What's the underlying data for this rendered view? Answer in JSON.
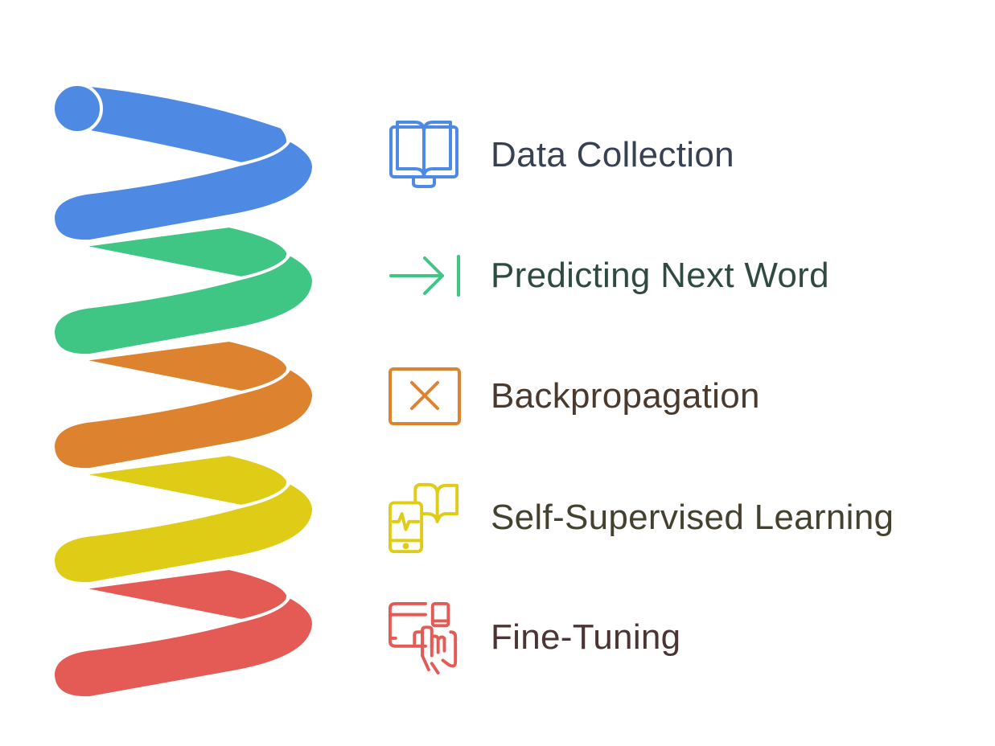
{
  "steps": [
    {
      "label": "Data Collection",
      "icon": "open-book-icon",
      "color": "#4e89e4",
      "text_color": "#374152"
    },
    {
      "label": "Predicting Next Word",
      "icon": "arrow-right-to-line-icon",
      "color": "#3fc685",
      "text_color": "#2f4a40"
    },
    {
      "label": "Backpropagation",
      "icon": "x-box-icon",
      "color": "#dd8330",
      "text_color": "#4a3a2e"
    },
    {
      "label": "Self-Supervised Learning",
      "icon": "phone-book-icon",
      "color": "#dfcc17",
      "text_color": "#44422e"
    },
    {
      "label": "Fine-Tuning",
      "icon": "devices-touch-icon",
      "color": "#e45a54",
      "text_color": "#4a3434"
    }
  ]
}
